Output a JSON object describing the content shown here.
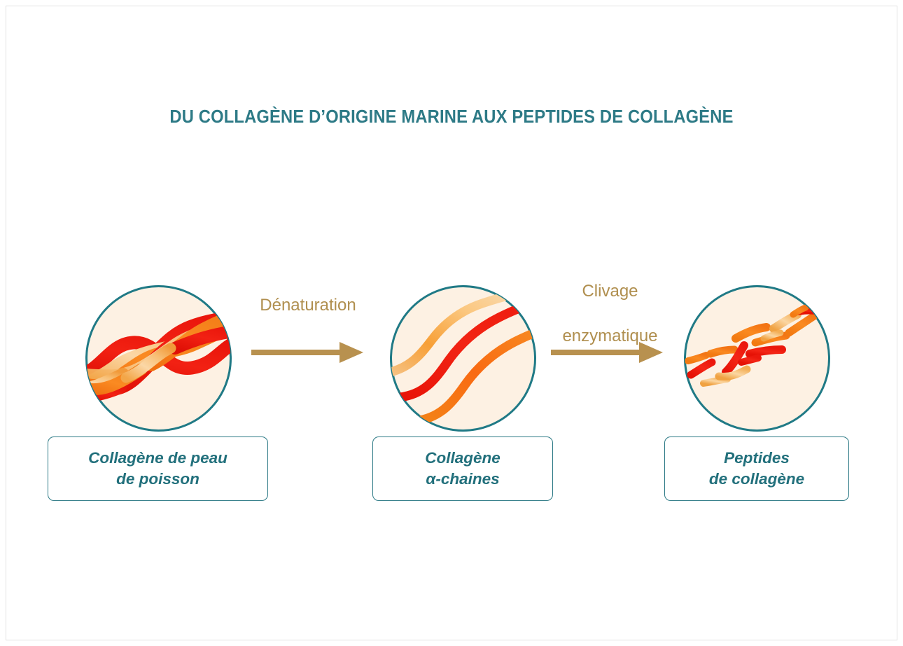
{
  "page": {
    "title": "DU COLLAGÈNE D’ORIGINE MARINE AUX PEPTIDES DE COLLAGÈNE",
    "background_color": "#FFFFFF",
    "frame_color": "#E2E2E2"
  },
  "colors": {
    "teal": "#2D7A86",
    "teal_text": "#22707C",
    "gold": "#B08F4F",
    "arrow": "#B8914F",
    "circle_fill": "#FDF1E3",
    "strand_red": "#EE1C10",
    "strand_orange": "#F57C1B",
    "strand_tan": "#F6C98A"
  },
  "steps": [
    {
      "id": "collagene-peau-poisson",
      "illustration": "triple-helix-icon",
      "illustration_description": "Three intertwined helical strands (red, orange, tan) inside a cream circle",
      "caption_line1": "Collagène de peau",
      "caption_line2": "de poisson"
    },
    {
      "id": "collagene-alpha-chaines",
      "illustration": "separated-wavy-chains-icon",
      "illustration_description": "Three separated parallel wavy alpha chains (tan, red, orange) inside a cream circle",
      "caption_line1": "Collagène",
      "caption_line2": "α-chaines"
    },
    {
      "id": "peptides-de-collagene",
      "illustration": "peptide-fragments-icon",
      "illustration_description": "Short cleaved peptide fragments scattered along a diagonal inside a cream circle",
      "caption_line1": "Peptides",
      "caption_line2": "de collagène"
    }
  ],
  "transitions": [
    {
      "id": "denaturation",
      "label_line1": "Dénaturation",
      "label_line2": "",
      "arrow": "right-arrow-icon"
    },
    {
      "id": "clivage-enzymatique",
      "label_line1": "Clivage",
      "label_line2": "enzymatique",
      "arrow": "right-arrow-icon"
    }
  ]
}
